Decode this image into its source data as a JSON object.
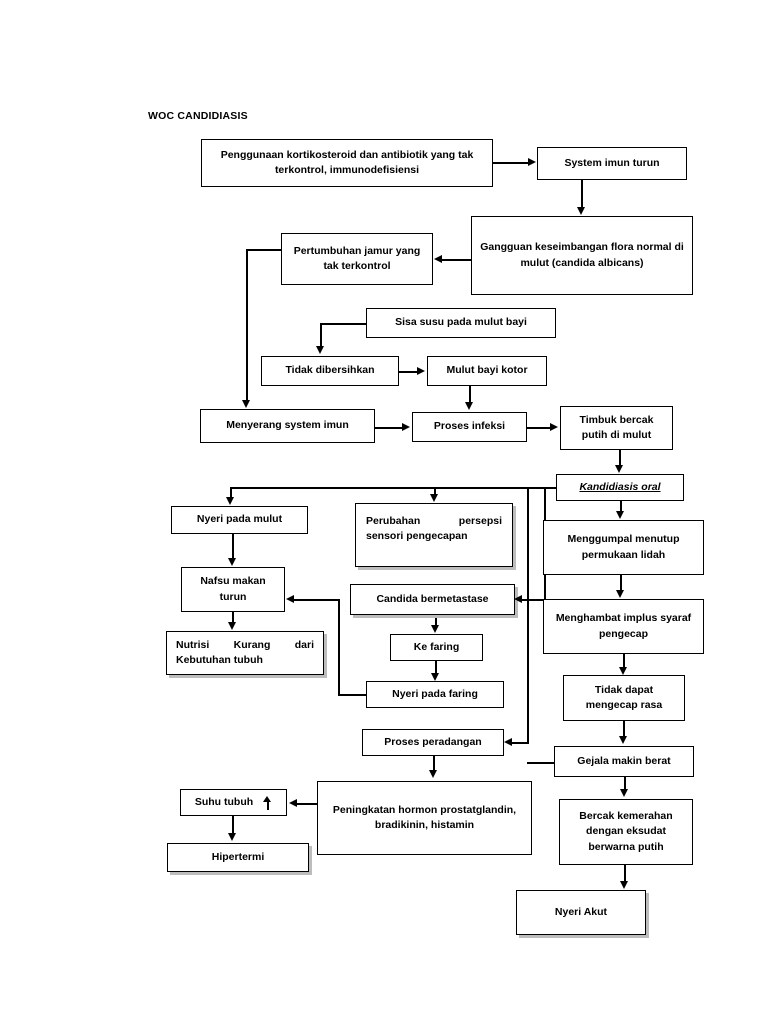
{
  "document": {
    "title": "WOC CANDIDIASIS",
    "type": "flowchart",
    "language": "id"
  },
  "nodes": [
    {
      "id": "n1",
      "label": "Penggunaan kortikosteroid dan antibiotik yang tak terkontrol, immunodefisiensi"
    },
    {
      "id": "n2",
      "label": "System imun turun"
    },
    {
      "id": "n3",
      "label": "Gangguan keseimbangan flora normal di mulut (candida albicans)"
    },
    {
      "id": "n4",
      "label": "Pertumbuhan jamur yang tak terkontrol"
    },
    {
      "id": "n5",
      "label": "Sisa susu pada mulut bayi"
    },
    {
      "id": "n6",
      "label": "Tidak dibersihkan"
    },
    {
      "id": "n7",
      "label": "Mulut bayi kotor"
    },
    {
      "id": "n8",
      "label": "Menyerang system imun"
    },
    {
      "id": "n9",
      "label": "Proses infeksi"
    },
    {
      "id": "n10",
      "label": "Timbuk bercak putih di mulut"
    },
    {
      "id": "n11",
      "label": "Kandidiasis oral"
    },
    {
      "id": "n12",
      "label": "Nyeri pada mulut"
    },
    {
      "id": "n13",
      "label": "Perubahan persepsi sensori pengecapan"
    },
    {
      "id": "n14",
      "label": "Menggumpal menutup permukaan lidah"
    },
    {
      "id": "n15",
      "label": "Nafsu makan turun"
    },
    {
      "id": "n16",
      "label": "Candida bermetastase"
    },
    {
      "id": "n17",
      "label": "Menghambat implus syaraf pengecap"
    },
    {
      "id": "n18",
      "label": "Nutrisi Kurang dari Kebutuhan tubuh"
    },
    {
      "id": "n19",
      "label": "Ke faring"
    },
    {
      "id": "n20",
      "label": "Tidak dapat mengecap rasa"
    },
    {
      "id": "n21",
      "label": "Nyeri pada faring"
    },
    {
      "id": "n22",
      "label": "Proses peradangan"
    },
    {
      "id": "n23",
      "label": "Gejala makin berat"
    },
    {
      "id": "n24",
      "label": "Suhu tubuh"
    },
    {
      "id": "n25",
      "label": "Peningkatan hormon prostatglandin, bradikinin, histamin"
    },
    {
      "id": "n26",
      "label": "Bercak kemerahan dengan eksudat berwarna putih"
    },
    {
      "id": "n27",
      "label": "Hipertermi"
    },
    {
      "id": "n28",
      "label": "Nyeri Akut"
    }
  ],
  "colors": {
    "stroke": "#000000",
    "fill": "#ffffff",
    "shadow": "#bdbdbd",
    "text": "#000000"
  }
}
